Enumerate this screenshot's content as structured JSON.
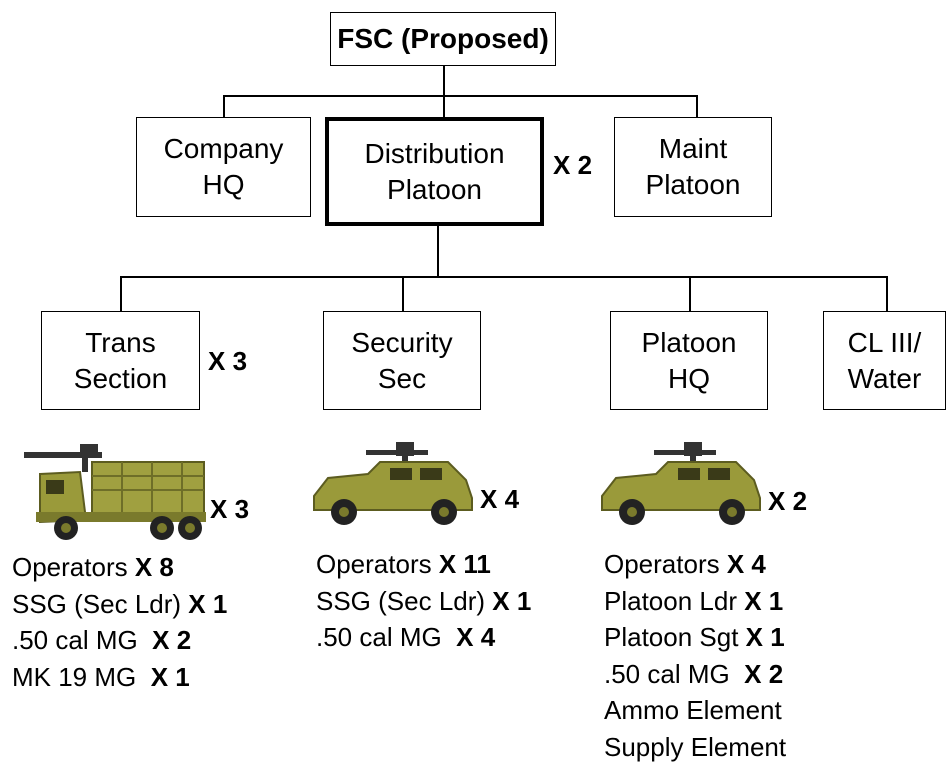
{
  "top": {
    "label": "FSC (Proposed)"
  },
  "level2": {
    "company_hq": [
      "Company",
      "HQ"
    ],
    "distribution_platoon": [
      "Distribution",
      "Platoon"
    ],
    "distribution_multiplier": "X 2",
    "maint_platoon": [
      "Maint",
      "Platoon"
    ]
  },
  "level3": {
    "trans_section": [
      "Trans",
      "Section"
    ],
    "trans_multiplier": "X 3",
    "security_sec": [
      "Security",
      "Sec"
    ],
    "platoon_hq": [
      "Platoon",
      "HQ"
    ],
    "cl3_water": [
      "CL III/",
      "Water"
    ]
  },
  "vehicles": {
    "truck_multiplier": "X 3",
    "security_humvee_multiplier": "X 4",
    "hq_humvee_multiplier": "X 2"
  },
  "lists": {
    "trans": [
      {
        "text": "Operators ",
        "count": "X 8"
      },
      {
        "text": "SSG (Sec Ldr) ",
        "count": "X 1"
      },
      {
        "text": ".50 cal MG  ",
        "count": "X 2"
      },
      {
        "text": "MK 19 MG  ",
        "count": "X 1"
      }
    ],
    "security": [
      {
        "text": "Operators ",
        "count": "X 11"
      },
      {
        "text": "SSG (Sec Ldr) ",
        "count": "X 1"
      },
      {
        "text": ".50 cal MG  ",
        "count": "X 4"
      }
    ],
    "hq": [
      {
        "text": "Operators ",
        "count": "X 4"
      },
      {
        "text": "Platoon Ldr ",
        "count": "X 1"
      },
      {
        "text": "Platoon Sgt ",
        "count": "X 1"
      },
      {
        "text": ".50 cal MG  ",
        "count": "X 2"
      },
      {
        "text": "Ammo Element",
        "count": ""
      },
      {
        "text": "Supply Element",
        "count": ""
      }
    ]
  },
  "colors": {
    "vehicle_body": "#9a9a3a",
    "vehicle_dark": "#5c5c20",
    "line": "#000000"
  }
}
